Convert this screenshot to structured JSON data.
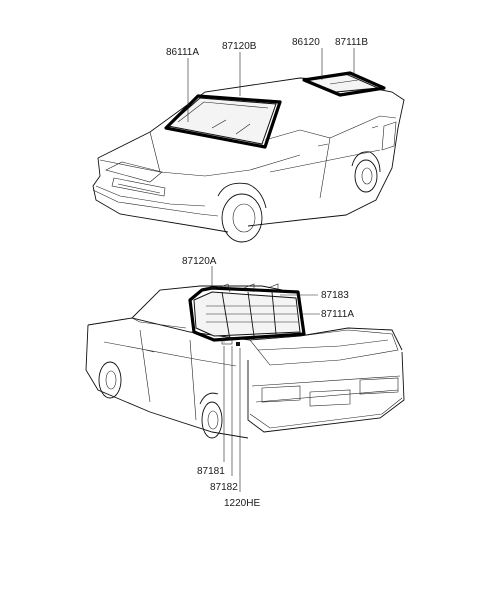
{
  "top_figure": {
    "labels": {
      "windshield": "86111A",
      "windshield_seal": "87120B",
      "rear_seal": "86120",
      "rear_glass": "87111B"
    }
  },
  "bottom_figure": {
    "labels": {
      "rear_seal": "87120A",
      "clip_top": "87183",
      "rear_glass": "87111A",
      "stay_1": "87181",
      "stay_2": "87182",
      "screw": "1220HE"
    }
  }
}
